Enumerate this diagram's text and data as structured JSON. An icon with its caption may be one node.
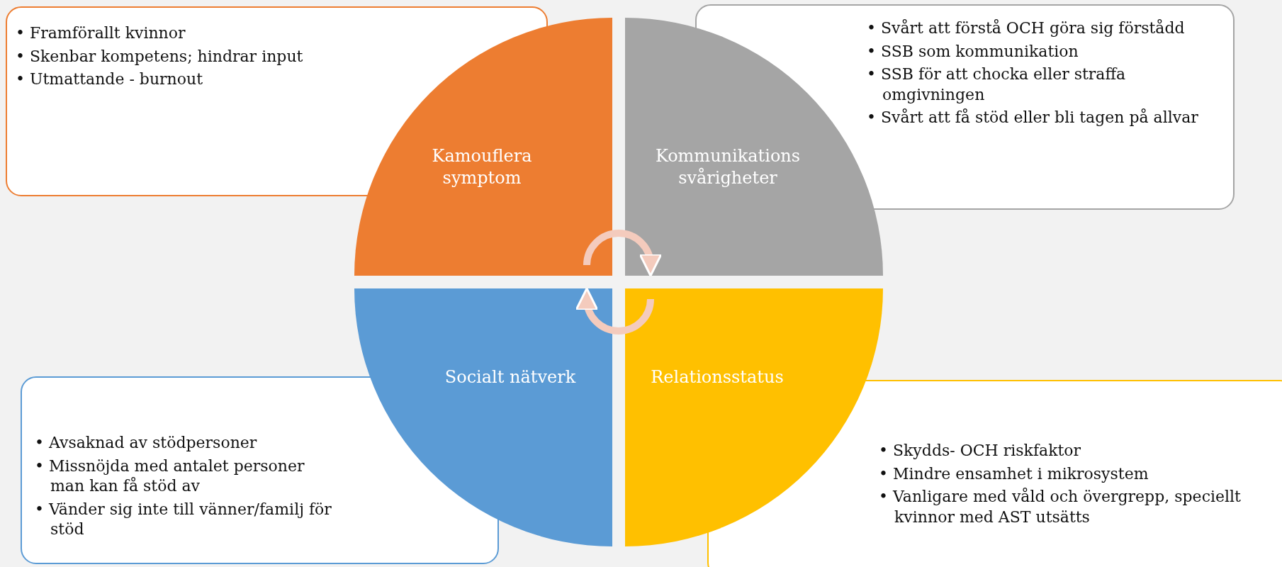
{
  "diagram": {
    "nodes": [
      {
        "text": [
          "Kamouflera symptom"
        ]
      },
      {
        "text": [
          "Kommunikationssvårigheter"
        ]
      },
      {
        "text": [
          "Socialt nätverk"
        ]
      },
      {
        "text": [
          "Relationsstatus"
        ]
      },
      {
        "text": [
          "• Framförallt kvinnor",
          "• Skenbar kompetens; hindrar input",
          "• Utmattande - burnout"
        ]
      },
      {
        "text": [
          "• Svårt att förstå OCH göra sig förstådd",
          "• SSB som kommunikation",
          "• SSB för att chocka eller straffa omgivningen",
          "• Svårt att få stöd eller bli tagen på allvar"
        ]
      },
      {
        "text": [
          "• Avsaknad av stödpersoner",
          "• Missnöjda med antalet personer man kan få stöd av",
          "• Vänder sig inte till vänner/familj för stöd"
        ]
      },
      {
        "text": [
          "• Skydds- OCH riskfaktor",
          "• Mindre ensamhet i mikrosystem",
          "• Vanligare med våld och övergrepp, speciellt kvinnor med AST utsätts"
        ]
      }
    ],
    "edges": [
      {
        "from": 0,
        "to": 1,
        "arrow": "to"
      },
      {
        "from": 3,
        "to": 2,
        "arrow": "to"
      }
    ]
  }
}
